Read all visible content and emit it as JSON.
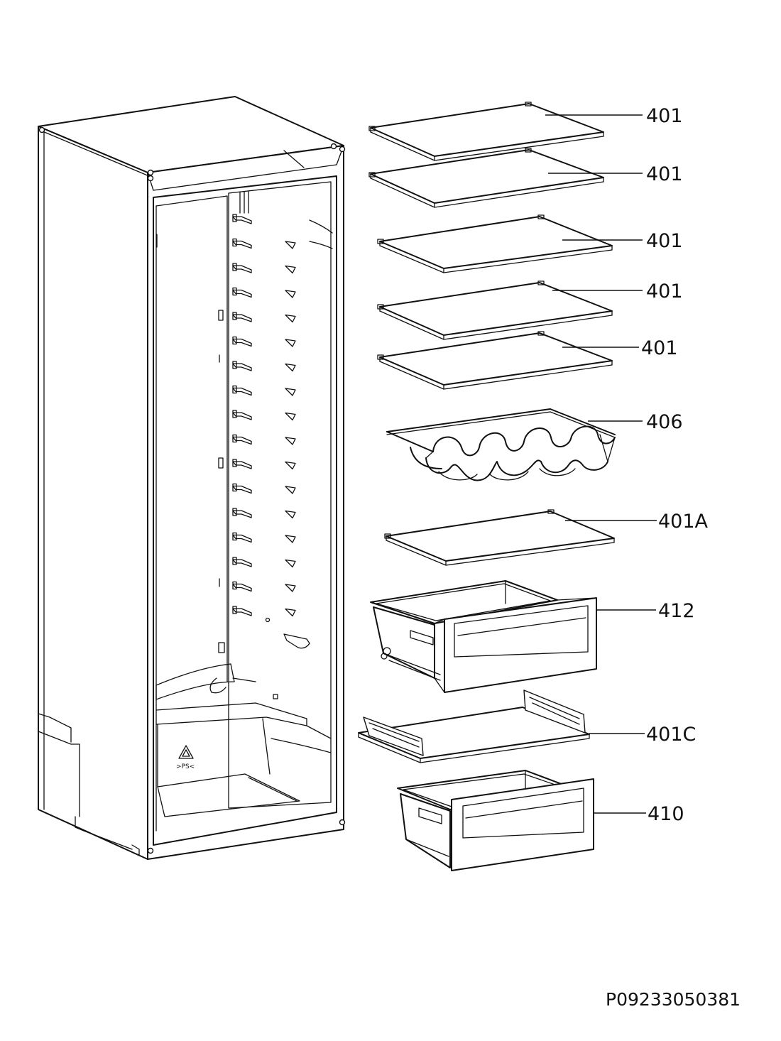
{
  "callouts": [
    {
      "id": "c1",
      "label": "401"
    },
    {
      "id": "c2",
      "label": "401"
    },
    {
      "id": "c3",
      "label": "401"
    },
    {
      "id": "c4",
      "label": "401"
    },
    {
      "id": "c5",
      "label": "401"
    },
    {
      "id": "c6",
      "label": "406"
    },
    {
      "id": "c7",
      "label": "401A"
    },
    {
      "id": "c8",
      "label": "412"
    },
    {
      "id": "c9",
      "label": "401C"
    },
    {
      "id": "c10",
      "label": "410"
    }
  ],
  "document_number": "P09233050381",
  "recycling_mark": ">PS<"
}
